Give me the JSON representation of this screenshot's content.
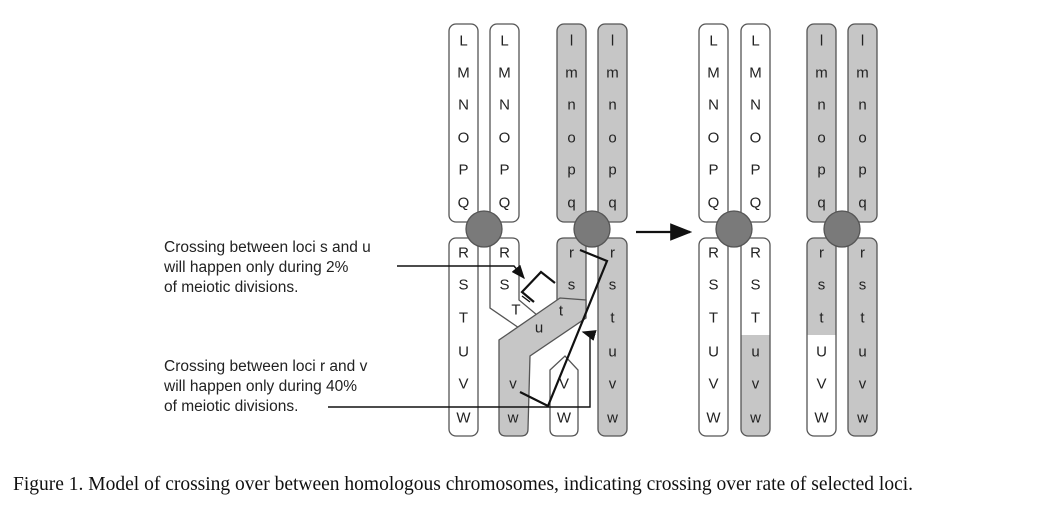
{
  "figure": {
    "caption": "Figure 1. Model of crossing over between homologous chromosomes, indicating crossing over rate of selected loci.",
    "colors": {
      "maternal": "#ffffff",
      "paternal": "#c6c6c6",
      "centromere": "#7a7a7a",
      "outline": "#555555"
    }
  },
  "before": {
    "chromatids": [
      {
        "id": "c1",
        "color": "white",
        "loci_top": [
          "L",
          "M",
          "N",
          "O",
          "P",
          "Q"
        ],
        "loci_bottom": [
          "R",
          "S",
          "T",
          "U",
          "V",
          "W"
        ]
      },
      {
        "id": "c2",
        "color": "white",
        "loci_top": [
          "L",
          "M",
          "N",
          "O",
          "P",
          "Q"
        ],
        "loci_bottom_visible": [
          "R",
          "S",
          "T",
          "v",
          "w"
        ]
      },
      {
        "id": "c3",
        "color": "gray",
        "loci_top": [
          "l",
          "m",
          "n",
          "o",
          "p",
          "q"
        ],
        "loci_bottom_visible": [
          "r",
          "s",
          "t",
          "u",
          "V",
          "W"
        ]
      },
      {
        "id": "c4",
        "color": "gray",
        "loci_top": [
          "l",
          "m",
          "n",
          "o",
          "p",
          "q"
        ],
        "loci_bottom": [
          "r",
          "s",
          "t",
          "u",
          "v",
          "w"
        ]
      }
    ],
    "crossover_labels": [
      "T",
      "u",
      "s",
      "t",
      "v",
      "V"
    ]
  },
  "after": {
    "chromatids": [
      {
        "id": "r1",
        "loci": [
          "L",
          "M",
          "N",
          "O",
          "P",
          "Q",
          "R",
          "S",
          "T",
          "U",
          "V",
          "W"
        ],
        "segments": [
          "white"
        ]
      },
      {
        "id": "r2",
        "loci": [
          "L",
          "M",
          "N",
          "O",
          "P",
          "Q",
          "R",
          "S",
          "T",
          "u",
          "v",
          "w"
        ],
        "segments": [
          "white",
          "gray"
        ]
      },
      {
        "id": "r3",
        "loci": [
          "l",
          "m",
          "n",
          "o",
          "p",
          "q",
          "r",
          "s",
          "t",
          "U",
          "V",
          "W"
        ],
        "segments": [
          "gray",
          "white"
        ]
      },
      {
        "id": "r4",
        "loci": [
          "l",
          "m",
          "n",
          "o",
          "p",
          "q",
          "r",
          "s",
          "t",
          "u",
          "v",
          "w"
        ],
        "segments": [
          "gray"
        ]
      }
    ]
  },
  "annotations": [
    {
      "id": "note-su",
      "lines": [
        "Crossing between loci s and u",
        "will happen only during 2%",
        "of meiotic divisions."
      ],
      "loci": [
        "s",
        "u"
      ],
      "rate_percent": 2
    },
    {
      "id": "note-rv",
      "lines": [
        "Crossing between loci r and v",
        "will happen only during 40%",
        "of meiotic divisions."
      ],
      "loci": [
        "r",
        "v"
      ],
      "rate_percent": 40
    }
  ]
}
